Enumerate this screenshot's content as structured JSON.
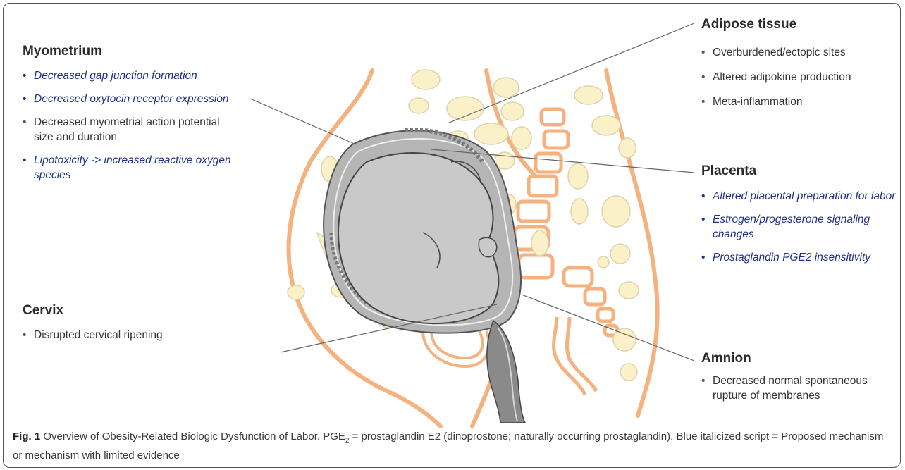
{
  "myometrium": {
    "heading": "Myometrium",
    "items": [
      {
        "text": "Decreased gap junction formation",
        "proposed": true
      },
      {
        "text": "Decreased oxytocin receptor expression",
        "proposed": true
      },
      {
        "text": "Decreased myometrial action potential size and duration",
        "proposed": false
      },
      {
        "text": "Lipotoxicity -> increased reactive oxygen species",
        "proposed": true
      }
    ]
  },
  "cervix": {
    "heading": "Cervix",
    "items": [
      {
        "text": "Disrupted cervical ripening",
        "proposed": false
      }
    ]
  },
  "adipose": {
    "heading": "Adipose tissue",
    "items": [
      {
        "text": "Overburdened/ectopic sites",
        "proposed": false
      },
      {
        "text": "Altered adipokine production",
        "proposed": false
      },
      {
        "text": "Meta-inflammation",
        "proposed": false
      }
    ]
  },
  "placenta": {
    "heading": "Placenta",
    "items": [
      {
        "text": "Altered placental preparation for labor",
        "proposed": true
      },
      {
        "text": "Estrogen/progesterone signaling changes",
        "proposed": true
      },
      {
        "text": "Prostaglandin PGE2 insensitivity",
        "proposed": true
      }
    ]
  },
  "amnion": {
    "heading": "Amnion",
    "items": [
      {
        "text": "Decreased normal spontaneous rupture of membranes",
        "proposed": false
      }
    ]
  },
  "caption": {
    "label": "Fig. 1",
    "text_before_sub": "Overview of Obesity-Related Biologic Dysfunction of Labor. PGE",
    "sub": "2",
    "text_after_sub": " = prostaglandin E2 (dinoprostone; naturally occurring prostaglandin). Blue italicized script = Proposed mechanism or mechanism with limited evidence"
  },
  "colors": {
    "body_outline": "#f6b27e",
    "fat_fill": "#fbf1c8",
    "fat_stroke": "#d8cfa8",
    "uterus": "#9a9a9a",
    "fetus": "#c9c9c9",
    "proposed_text": "#1e2f8a"
  }
}
